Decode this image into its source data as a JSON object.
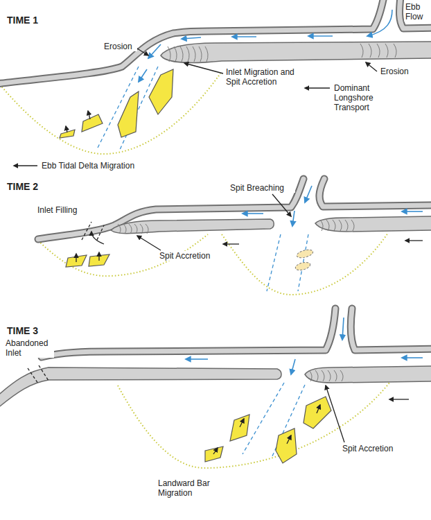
{
  "diagram": {
    "labels": [
      "TIME 1",
      "Ebb Flow",
      "Erosion",
      "Inlet Migration and Spit Accretion",
      "Dominant Longshore Transport",
      "Erosion",
      "Ebb Tidal Delta Migration",
      "TIME 2",
      "Spit Breaching",
      "Inlet Filling",
      "Spit Accretion",
      "TIME 3",
      "Abandoned Inlet",
      "Spit Accretion",
      "Landward Bar Migration"
    ]
  }
}
